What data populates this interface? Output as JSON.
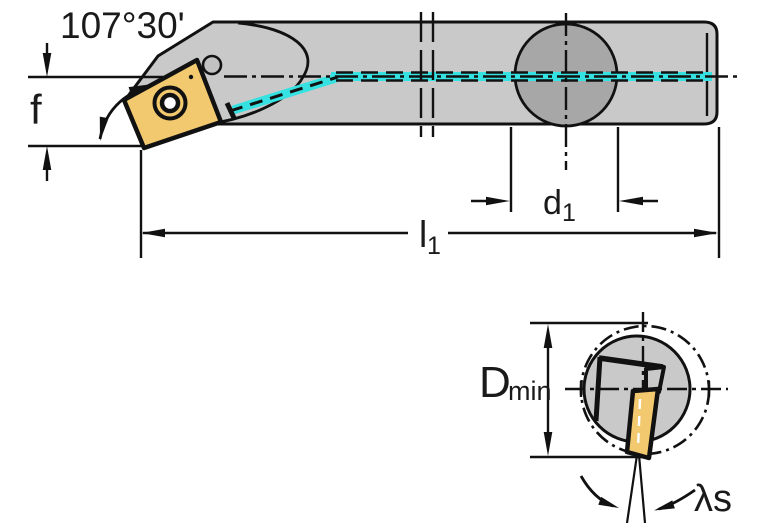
{
  "drawing": {
    "side_view": {
      "angle_label": "107°30'",
      "f_label": "f",
      "d1": {
        "base": "d",
        "sub": "1"
      },
      "l1": {
        "base": "l",
        "sub": "1"
      }
    },
    "section_view": {
      "dmin": {
        "base": "D",
        "sub": "min"
      },
      "lambda_label": "λs"
    },
    "colors": {
      "body_gray": "#c9c9c9",
      "shank_gray": "#a7a7a7",
      "insert_gold": "#f2c96f",
      "coolant_cyan": "#35e1e1",
      "line_black": "#111111"
    }
  }
}
